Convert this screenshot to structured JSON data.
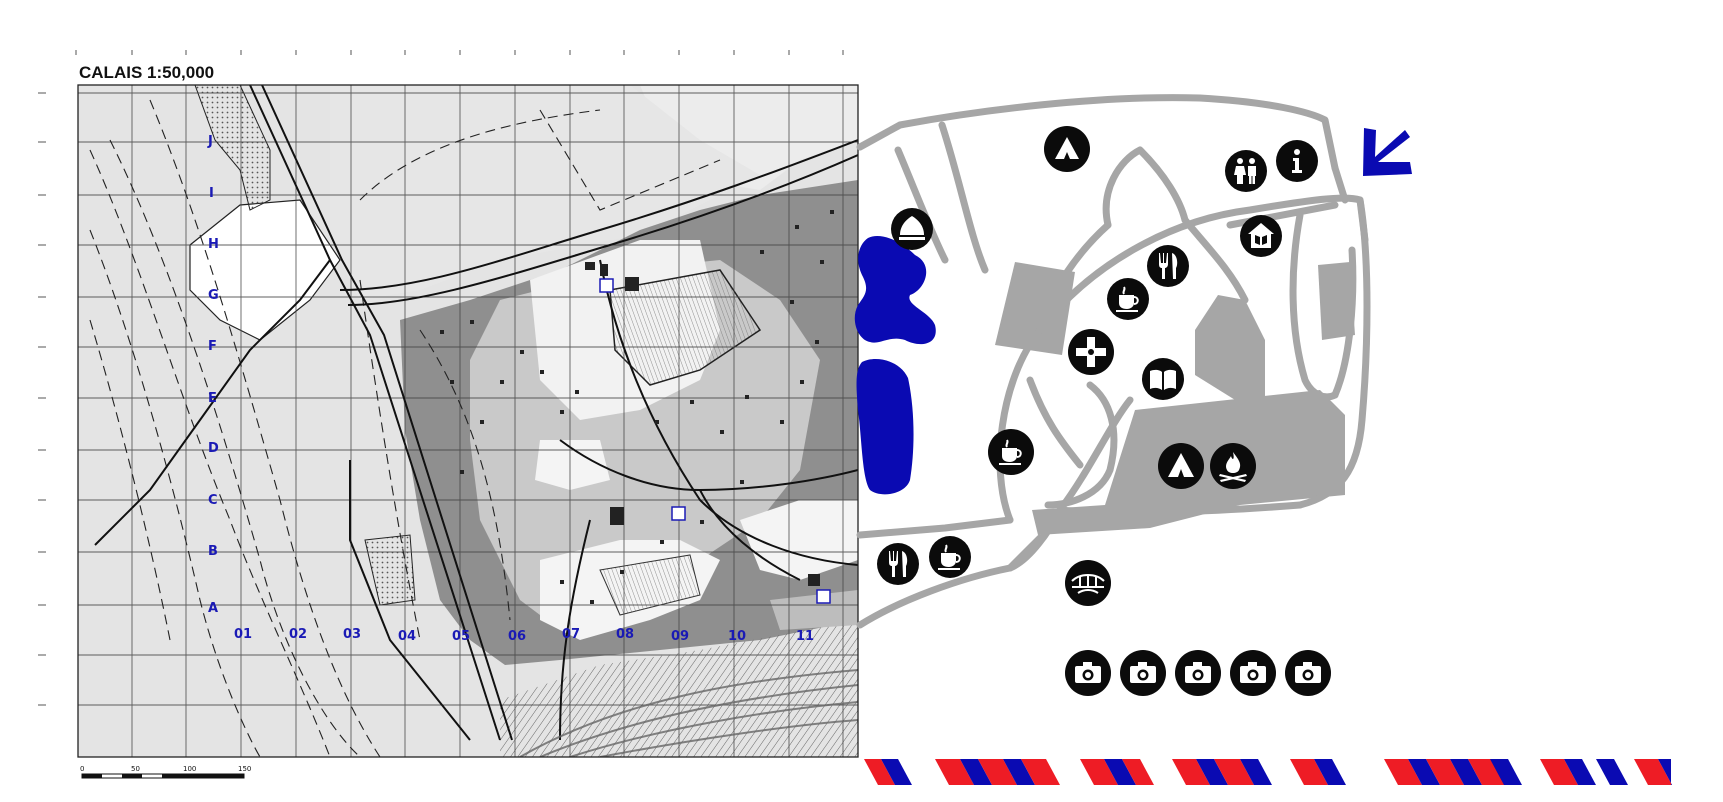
{
  "map": {
    "title": "CALAIS  1:50,000",
    "row_labels": [
      "J",
      "I",
      "H",
      "G",
      "F",
      "E",
      "D",
      "C",
      "B",
      "A"
    ],
    "col_labels": [
      "01",
      "02",
      "03",
      "04",
      "05",
      "06",
      "07",
      "08",
      "09",
      "10",
      "11"
    ],
    "scale_ticks": [
      "0",
      "50",
      "100",
      "150"
    ]
  },
  "legend_colors": {
    "blue": "#0a0ab2",
    "red": "#ee1c25",
    "light_gray": "#e0e0e0",
    "mid_gray": "#a6a6a6",
    "dark_gray": "#8c8c8c",
    "black": "#0b0b0b"
  },
  "camp_icons": [
    "tent-icon",
    "toilets-icon",
    "info-icon",
    "mosque-icon",
    "school-icon",
    "restaurant-icon",
    "cafe-icon",
    "church-icon",
    "library-icon",
    "cafe-icon",
    "tent-icon",
    "campfire-icon",
    "restaurant-icon",
    "cafe-icon",
    "bridge-icon",
    "camera-icon",
    "camera-icon",
    "camera-icon",
    "camera-icon",
    "camera-icon"
  ],
  "entrance_arrow": "arrow-down-left-icon"
}
